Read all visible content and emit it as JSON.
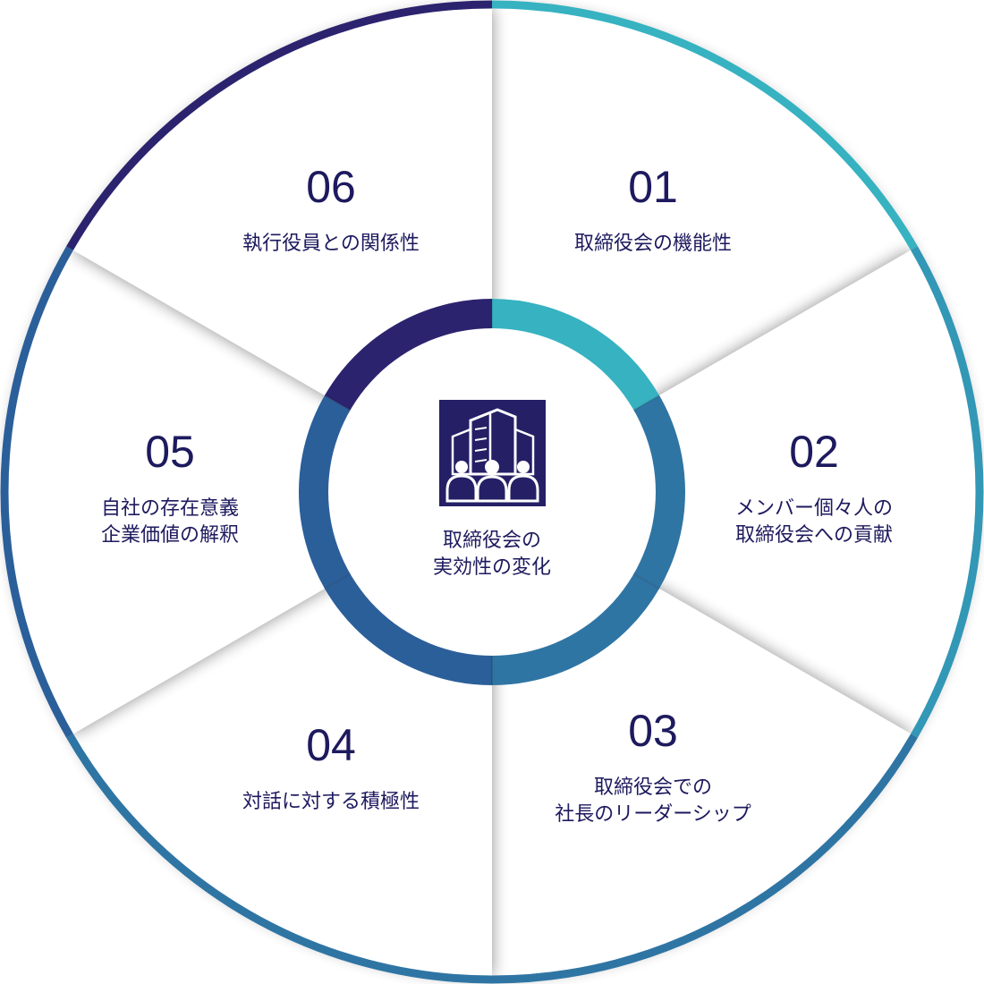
{
  "colors": {
    "dark_navy": "#2c236f",
    "teal": "#36b2c1",
    "steel_blue": "#2f75a4",
    "mid_blue": "#2b5f9a",
    "text_navy": "#1d1a5e",
    "icon_navy": "#251f66"
  },
  "center": {
    "icon": "building-with-people-icon",
    "label_lines": [
      "取締役会の",
      "実効性の変化"
    ]
  },
  "segments": [
    {
      "number": "01",
      "lines": [
        "取締役会の機能性"
      ]
    },
    {
      "number": "02",
      "lines": [
        "メンバー個々人の",
        "取締役会への貢献"
      ]
    },
    {
      "number": "03",
      "lines": [
        "取締役会での",
        "社長のリーダーシップ"
      ]
    },
    {
      "number": "04",
      "lines": [
        "対話に対する積極性"
      ]
    },
    {
      "number": "05",
      "lines": [
        "自社の存在意義",
        "企業価値の解釈"
      ]
    },
    {
      "number": "06",
      "lines": [
        "執行役員との関係性"
      ]
    }
  ]
}
